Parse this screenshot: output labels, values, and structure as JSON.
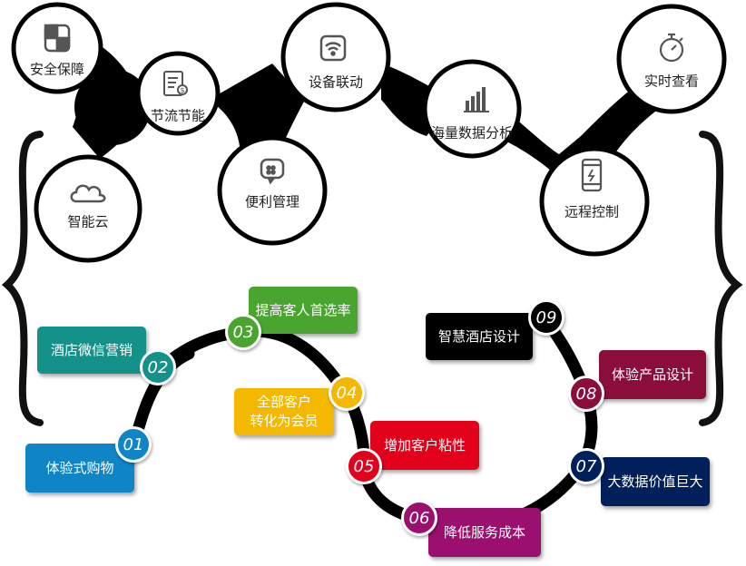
{
  "features": [
    {
      "label": "安全保障",
      "icon": "shield-icon"
    },
    {
      "label": "节流节能",
      "icon": "energy-bill-icon"
    },
    {
      "label": "设备联动",
      "icon": "wifi-icon"
    },
    {
      "label": "海量数据分析",
      "icon": "bar-chart-icon"
    },
    {
      "label": "实时查看",
      "icon": "stopwatch-icon"
    },
    {
      "label": "智能云",
      "icon": "cloud-icon"
    },
    {
      "label": "便利管理",
      "icon": "chat-icon"
    },
    {
      "label": "远程控制",
      "icon": "phone-icon"
    }
  ],
  "steps": [
    {
      "num": "01",
      "label": "体验式购物",
      "color": "#0f85c8"
    },
    {
      "num": "02",
      "label": "酒店微信营销",
      "color": "#14928a"
    },
    {
      "num": "03",
      "label": "提高客人首选率",
      "color": "#4aa52e"
    },
    {
      "num": "04",
      "label": "全部客户\n转化为会员",
      "color": "#f4b800"
    },
    {
      "num": "05",
      "label": "增加客户粘性",
      "color": "#e3001b"
    },
    {
      "num": "06",
      "label": "降低服务成本",
      "color": "#9b0f6f"
    },
    {
      "num": "07",
      "label": "大数据价值巨大",
      "color": "#00205b"
    },
    {
      "num": "08",
      "label": "体验产品设计",
      "color": "#8b0e3a"
    },
    {
      "num": "09",
      "label": "智慧酒店设计",
      "color": "#000000"
    }
  ]
}
